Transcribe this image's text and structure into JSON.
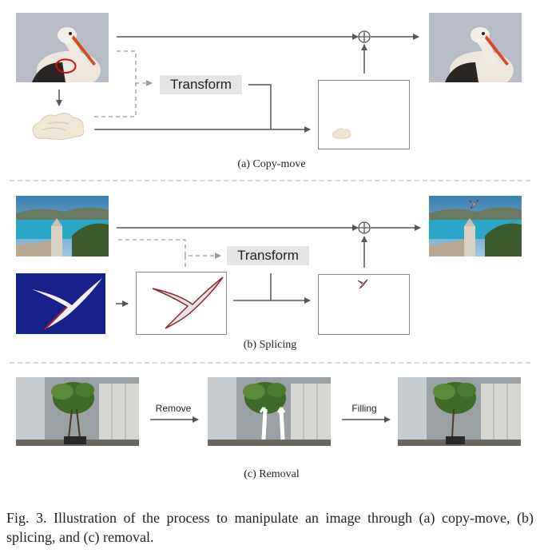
{
  "panel_a": {
    "caption": "(a) Copy-move",
    "transform_label": "Transform"
  },
  "panel_b": {
    "caption": "(b) Splicing",
    "transform_label": "Transform"
  },
  "panel_c": {
    "caption": "(c) Removal",
    "step1_label": "Remove",
    "step2_label": "Filling"
  },
  "figure_caption": "Fig. 3.  Illustration of the process to manipulate an image through (a) copy-move, (b) splicing, and (c) removal.",
  "colors": {
    "arrow": "#555555",
    "dashed_arrow": "#999999",
    "transform_box": "#e4e4e4",
    "outline": "#cc1111"
  }
}
